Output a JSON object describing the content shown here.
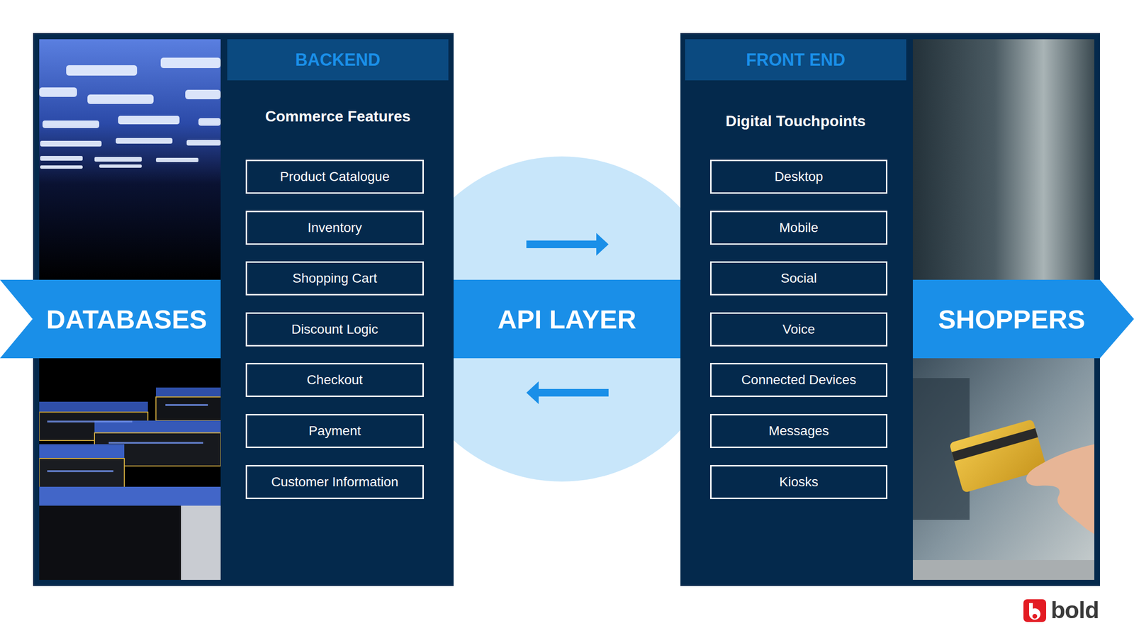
{
  "diagram": {
    "nodes": [
      {
        "text": [
          "BACKEND",
          "Commerce Features"
        ]
      },
      {
        "text": [
          "Product Catalogue"
        ],
        "in": 0
      },
      {
        "text": [
          "Inventory"
        ],
        "in": 0
      },
      {
        "text": [
          "Shopping Cart"
        ],
        "in": 0
      },
      {
        "text": [
          "Discount Logic"
        ],
        "in": 0
      },
      {
        "text": [
          "Checkout"
        ],
        "in": 0
      },
      {
        "text": [
          "Payment"
        ],
        "in": 0
      },
      {
        "text": [
          "Customer Information"
        ],
        "in": 0
      },
      {
        "text": [
          "DATABASES"
        ]
      },
      {
        "text": [
          "API LAYER"
        ]
      },
      {
        "text": [
          "FRONT END",
          "Digital Touchpoints"
        ]
      },
      {
        "text": [
          "Desktop"
        ],
        "in": 10
      },
      {
        "text": [
          "Mobile"
        ],
        "in": 10
      },
      {
        "text": [
          "Social"
        ],
        "in": 10
      },
      {
        "text": [
          "Voice"
        ],
        "in": 10
      },
      {
        "text": [
          "Connected Devices"
        ],
        "in": 10
      },
      {
        "text": [
          "Messages"
        ],
        "in": 10
      },
      {
        "text": [
          "Kiosks"
        ],
        "in": 10
      },
      {
        "text": [
          "SHOPPERS"
        ]
      }
    ],
    "labels": [
      "bold"
    ]
  }
}
